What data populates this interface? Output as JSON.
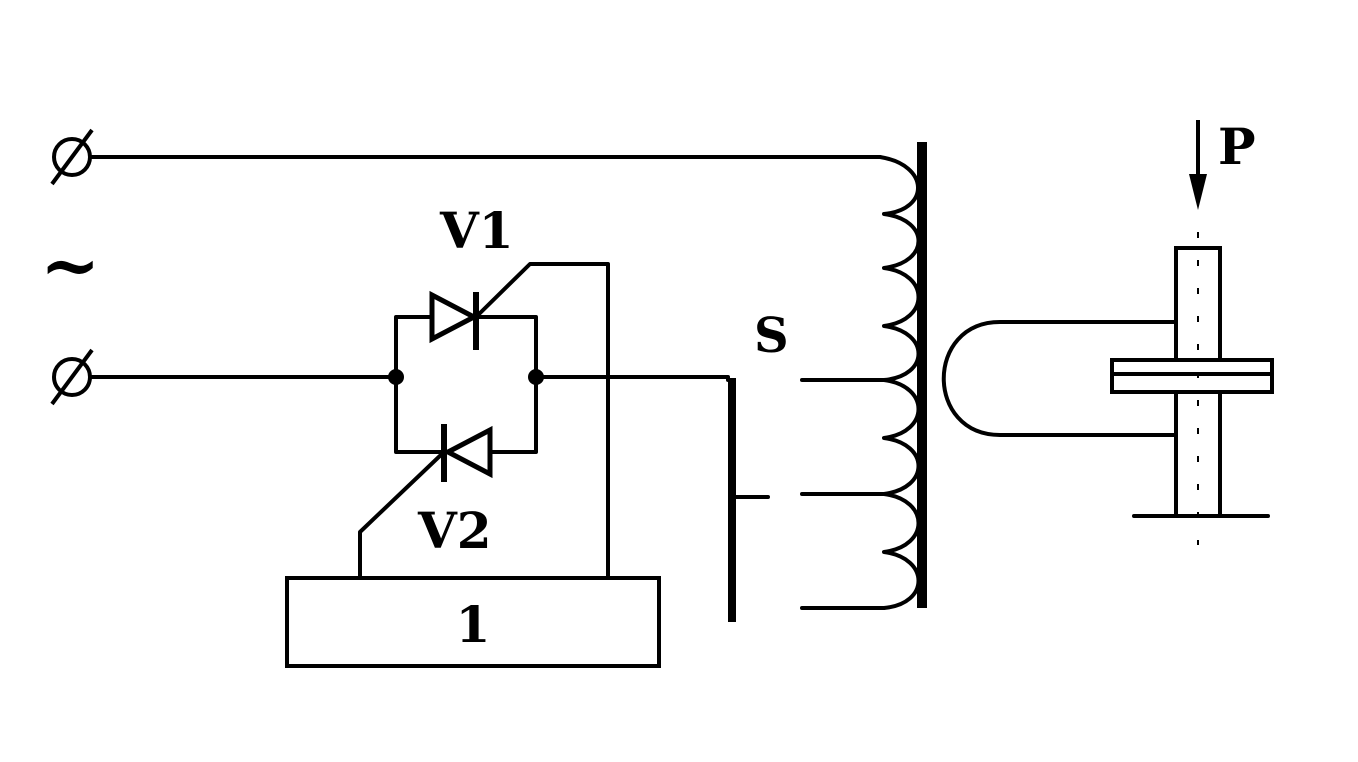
{
  "labels": {
    "thyristor_top": "V1",
    "thyristor_bottom": "V2",
    "switch": "S",
    "force": "P",
    "control_block": "1",
    "ac_source": "~"
  }
}
